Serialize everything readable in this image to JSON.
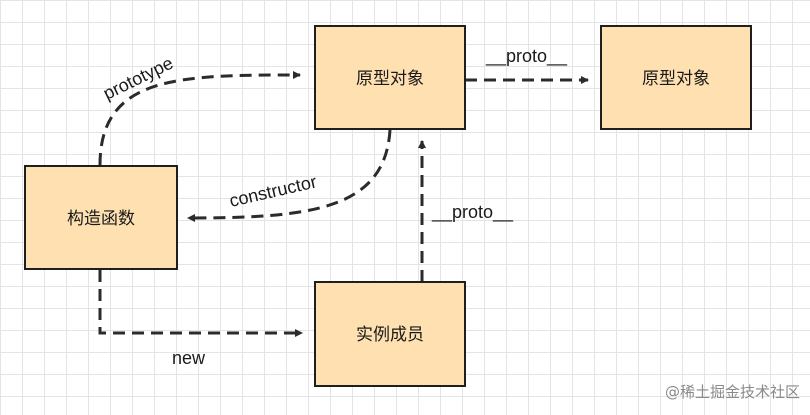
{
  "nodes": {
    "prototype_object_1": "原型对象",
    "prototype_object_2": "原型对象",
    "constructor_function": "构造函数",
    "instance_member": "实例成员"
  },
  "edges": {
    "prototype": "prototype",
    "proto_top": "__proto__",
    "constructor": "constructor",
    "proto_vertical": "__proto__",
    "new": "new"
  },
  "watermark": "@稀土掘金技术社区",
  "colors": {
    "node_fill": "#ffe0b0",
    "node_stroke": "#1f1f1f",
    "edge": "#2b2b2b",
    "grid": "#e4e4e4"
  }
}
